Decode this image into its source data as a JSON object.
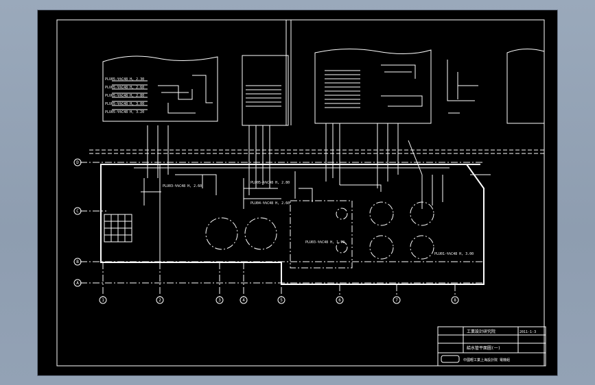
{
  "drawing": {
    "notes": [
      "PLU05-%%C48 H, 2.30",
      "PLU05-%%C48 H, 2.60",
      "PLU05-%%C48 H, 2.80",
      "PLU05-%%C48 H, 3.00",
      "PLU05-%%C48 H, 3.20"
    ],
    "plan_labels": [
      "PLU03-%%C48 H, 2.60",
      "PLU05-%%C48 H, 2.80",
      "PLU04-%%C48 H, 2.60",
      "PLU03-%%C48 H, 1.70",
      "PLU01-%%C48 H, 3.00"
    ],
    "grid_axes_bottom": [
      "1",
      "2",
      "3",
      "4",
      "5",
      "6",
      "7",
      "8"
    ],
    "grid_axes_left": [
      "D",
      "C",
      "B",
      "A"
    ],
    "title_block": {
      "company": "工業設計研究院",
      "drawing_no": "2011-1-3",
      "title": "給水管平面圖(一)",
      "footer": "中國輕工業上海設計院 電機組"
    }
  }
}
